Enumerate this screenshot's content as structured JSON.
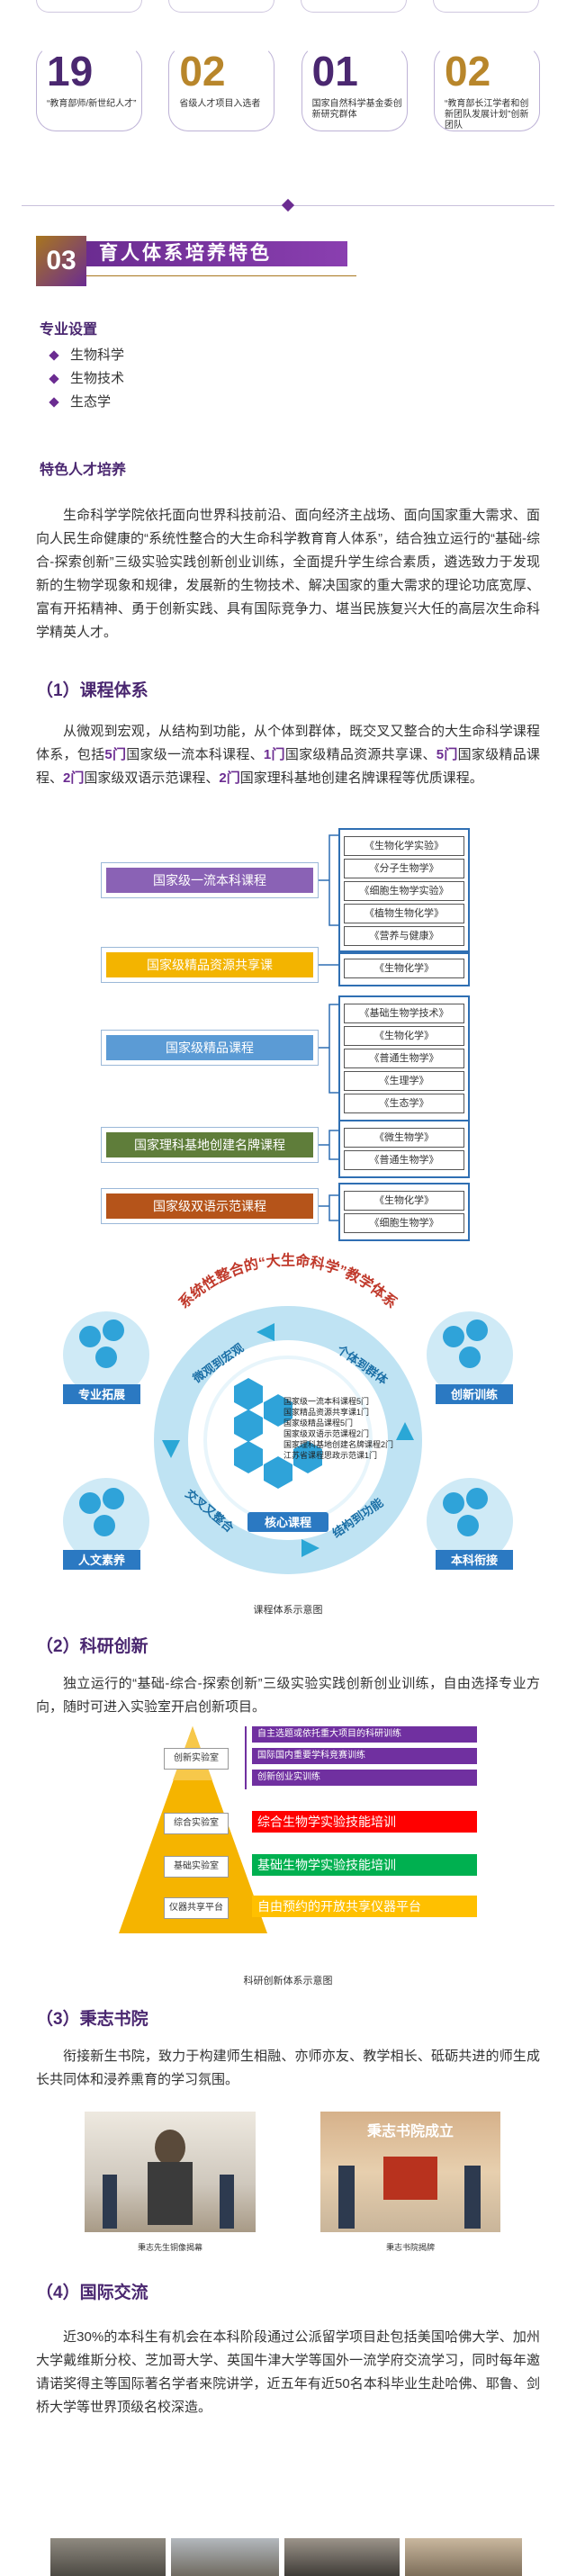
{
  "stats": [
    {
      "value": "19",
      "label": "“教育部师/新世纪人才”",
      "color": "#4a2770"
    },
    {
      "value": "02",
      "label": "省级人才项目入选者",
      "color": "#b8862b"
    },
    {
      "value": "01",
      "label": "国家自然科学基金委创新研究群体",
      "color": "#4a2770"
    },
    {
      "value": "02",
      "label": "“教育部长江学者和创新团队发展计划”创新团队",
      "color": "#b8862b"
    }
  ],
  "section": {
    "number": "03",
    "title": "育人体系培养特色"
  },
  "majors": {
    "heading": "专业设置",
    "items": [
      "生物科学",
      "生物技术",
      "生态学"
    ]
  },
  "talent": {
    "heading": "特色人才培养",
    "paragraph": "生命科学学院依托面向世界科技前沿、面向经济主战场、面向国家重大需求、面向人民生命健康的“系统性整合的大生命科学教育育人体系”，结合独立运行的“基础-综合-探索创新”三级实验实践创新创业训练，全面提升学生综合素质，遴选致力于发现新的生物学现象和规律，发展新的生物技术、解决国家的重大需求的理论功底宽厚、富有开拓精神、勇于创新实践、具有国际竞争力、堪当民族复兴大任的高层次生命科学精英人才。"
  },
  "curriculum": {
    "heading": "（1）课程体系",
    "para_pre": "从微观到宏观，从结构到功能，从个体到群体，既交叉又整合的大生命科学课程体系，包括",
    "n1": "5门",
    "t1": "国家级一流本科课程、",
    "n2": "1门",
    "t2": "国家级精品资源共享课、",
    "n3": "5门",
    "t3": "国家级精品课程、",
    "n4": "2门",
    "t4": "国家级双语示范课程、",
    "n5": "2门",
    "t5": "国家理科基地创建名牌课程等优质课程。",
    "groups": [
      {
        "label": "国家级一流本科课程",
        "color": "#8a62b5",
        "courses": [
          "《生物化学实验》",
          "《分子生物学》",
          "《细胞生物学实验》",
          "《植物生物化学》",
          "《营养与健康》"
        ]
      },
      {
        "label": "国家级精品资源共享课",
        "color": "#f3b400",
        "courses": [
          "《生物化学》"
        ]
      },
      {
        "label": "国家级精品课程",
        "color": "#5b9bd5",
        "courses": [
          "《基础生物学技术》",
          "《生物化学》",
          "《普通生物学》",
          "《生理学》",
          "《生态学》"
        ]
      },
      {
        "label": "国家理科基地创建名牌课程",
        "color": "#5f7d3a",
        "courses": [
          "《微生物学》",
          "《普通生物学》"
        ]
      },
      {
        "label": "国家级双语示范课程",
        "color": "#b5541a",
        "courses": [
          "《生物化学》",
          "《细胞生物学》"
        ]
      }
    ],
    "cycle": {
      "arc_title": "系统性整合的“大生命科学”教学体系",
      "corners": [
        "专业拓展",
        "创新训练",
        "人文素养",
        "本科衔接"
      ],
      "center": "核心课程",
      "ring_words": [
        "微观到宏观",
        "个体到群体",
        "结构到功能",
        "交叉又整合"
      ],
      "lines": [
        "国家级一流本科课程5门",
        "国家精品资源共享课1门",
        "国家级精品课程5门",
        "国家级双语示范课程2门",
        "国家理科基地创建名牌课程2门",
        "江苏省课程思政示范课1门"
      ]
    },
    "caption": "课程体系示意图"
  },
  "research": {
    "heading": "（2）科研创新",
    "paragraph": "独立运行的“基础-综合-探索创新”三级实验实践创新创业训练，自由选择专业方向，随时可进入实验室开启创新项目。",
    "levels": [
      "创新实验室",
      "综合实验室",
      "基础实验室",
      "仪器共享平台"
    ],
    "bars": [
      {
        "text": "自主选题或依托重大项目的科研训练",
        "color": "#7030a0"
      },
      {
        "text": "国际国内重要学科竞赛训练",
        "color": "#7030a0"
      },
      {
        "text": "创新创业实训练",
        "color": "#7030a0"
      },
      {
        "text": "综合生物学实验技能培训",
        "color": "#ff0000"
      },
      {
        "text": "基础生物学实验技能培训",
        "color": "#00b050"
      },
      {
        "text": "自由预约的开放共享仪器平台",
        "color": "#ffc000"
      }
    ],
    "caption": "科研创新体系示意图"
  },
  "academy": {
    "heading": "（3）秉志书院",
    "paragraph": "衔接新生书院，致力于构建师生相融、亦师亦友、教学相长、砥砺共进的师生成长共同体和浸养熏育的学习氛围。",
    "captions": [
      "秉志先生铜像揭幕",
      "秉志书院揭牌"
    ],
    "banner": "秉志书院成立"
  },
  "international": {
    "heading": "（4）国际交流",
    "paragraph": "近30%的本科生有机会在本科阶段通过公派留学项目赴包括美国哈佛大学、加州大学戴维斯分校、芝加哥大学、英国牛津大学等国外一流学府交流学习，同时每年邀请诺奖得主等国际著名学者来院讲学，近五年有近50名本科毕业生赴哈佛、耶鲁、剑桥大学等世界顶级名校深造。"
  }
}
